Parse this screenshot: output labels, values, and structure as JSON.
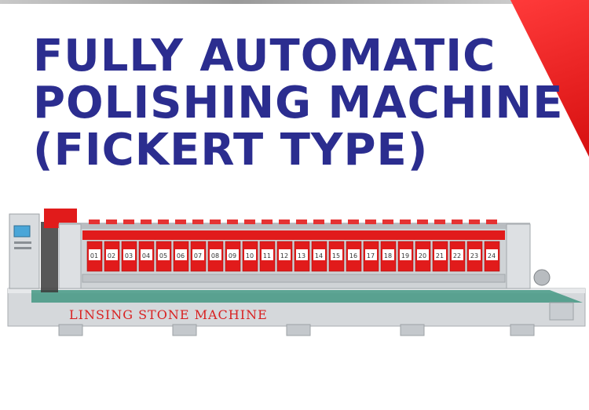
{
  "heading": {
    "line1": "FULLY AUTOMATIC",
    "line2": "POLISHING MACHINE",
    "line3": "(FICKERT TYPE)"
  },
  "machine": {
    "brand_label": "LINSING STONE MACHINE",
    "head_numbers": [
      "01",
      "02",
      "03",
      "04",
      "05",
      "06",
      "07",
      "08",
      "09",
      "10",
      "11",
      "12",
      "13",
      "14",
      "15",
      "16",
      "17",
      "18",
      "19",
      "20",
      "21",
      "22",
      "23",
      "24"
    ]
  },
  "colors": {
    "heading": "#2b2d8f",
    "accent_red": "#e11b1b",
    "frame": "#cfd3d6"
  }
}
